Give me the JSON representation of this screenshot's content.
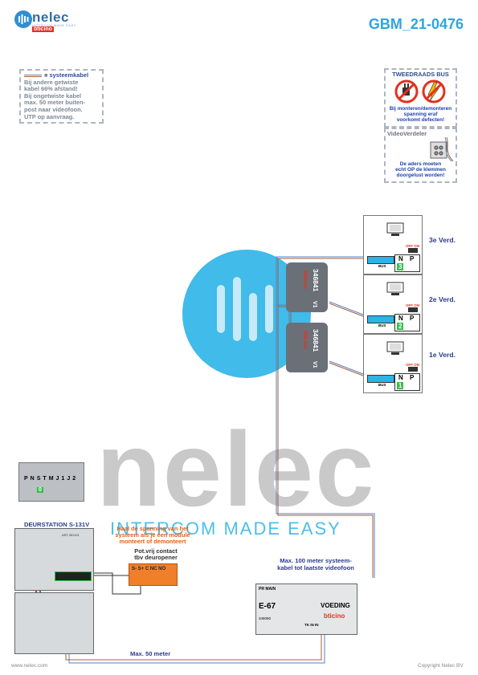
{
  "header": {
    "brand": "nelec",
    "brand_tagline": "INTERCOM MADE EASY",
    "partner_logo": "bticino",
    "document_number": "GBM_21-0476"
  },
  "note": {
    "cable_legend": "systeemkabel",
    "lines": [
      "Bij andere getwiste",
      "kabel 66% afstand!",
      "Bij ongetwiste kabel",
      "max. 50 meter buiten-",
      "post naar videofoon.",
      "UTP op aanvraag."
    ]
  },
  "warning": {
    "title": "TWEEDRAADS BUS",
    "lines": [
      "Bij monteren/demonteren",
      "spanning eraf",
      "voorkomt defecten!"
    ],
    "icons": [
      "no-plug-icon",
      "no-voltage-icon"
    ]
  },
  "videoverdeler": {
    "title": "VideoVerdeler",
    "lines": [
      "De aders moeten",
      "echt OP de klemmen",
      "doorgelust worden!"
    ]
  },
  "monitors": [
    {
      "label": "3e Verd.",
      "number": "3",
      "switch": "OFF ON",
      "np": [
        "N",
        "P"
      ],
      "bus": "BUS"
    },
    {
      "label": "2e Verd.",
      "number": "2",
      "switch": "OFF ON",
      "np": [
        "N",
        "P"
      ],
      "bus": "BUS"
    },
    {
      "label": "1e Verd.",
      "number": "1",
      "switch": "OFF ON",
      "np": [
        "N",
        "P"
      ],
      "bus": "BUS"
    }
  ],
  "splitters": [
    {
      "model": "346841",
      "version": "V1",
      "brand": "bticino"
    },
    {
      "model": "346841",
      "version": "V1",
      "brand": "bticino"
    }
  ],
  "dipswitch": {
    "letters": [
      "P",
      "N",
      "S",
      "T",
      "M",
      "J1",
      "J2"
    ],
    "value": "0"
  },
  "door_station": {
    "title": "DEURSTATION S-131V",
    "module_code": "ART.351101",
    "warning_lines": [
      "Haal de spanning van het",
      "systeem als je een module",
      "monteert of demonteert"
    ]
  },
  "relay": {
    "title_lines": [
      "Pot.vrij contact",
      "tbv deuropener"
    ],
    "terminals": "S-   S+ C NC NO"
  },
  "power_supply": {
    "name": "E-67",
    "title": "VOEDING",
    "code": "346050",
    "brand": "bticino",
    "top_labels": "PR MAIN",
    "bottom_labels": "TK   IN   IN"
  },
  "annotations": {
    "max100_lines": [
      "Max. 100 meter systeem-",
      "kabel tot laatste videofoon"
    ],
    "max50": "Max. 50 meter"
  },
  "footer": {
    "website": "www.nelec.com",
    "copyright": "Copyright Nelec BV"
  },
  "colors": {
    "accent_blue": "#2aa6de",
    "label_blue": "#2b3a8f",
    "orange": "#e4601c",
    "cable_brown": "#a0623a",
    "cable_blue": "#5a7fc0"
  }
}
